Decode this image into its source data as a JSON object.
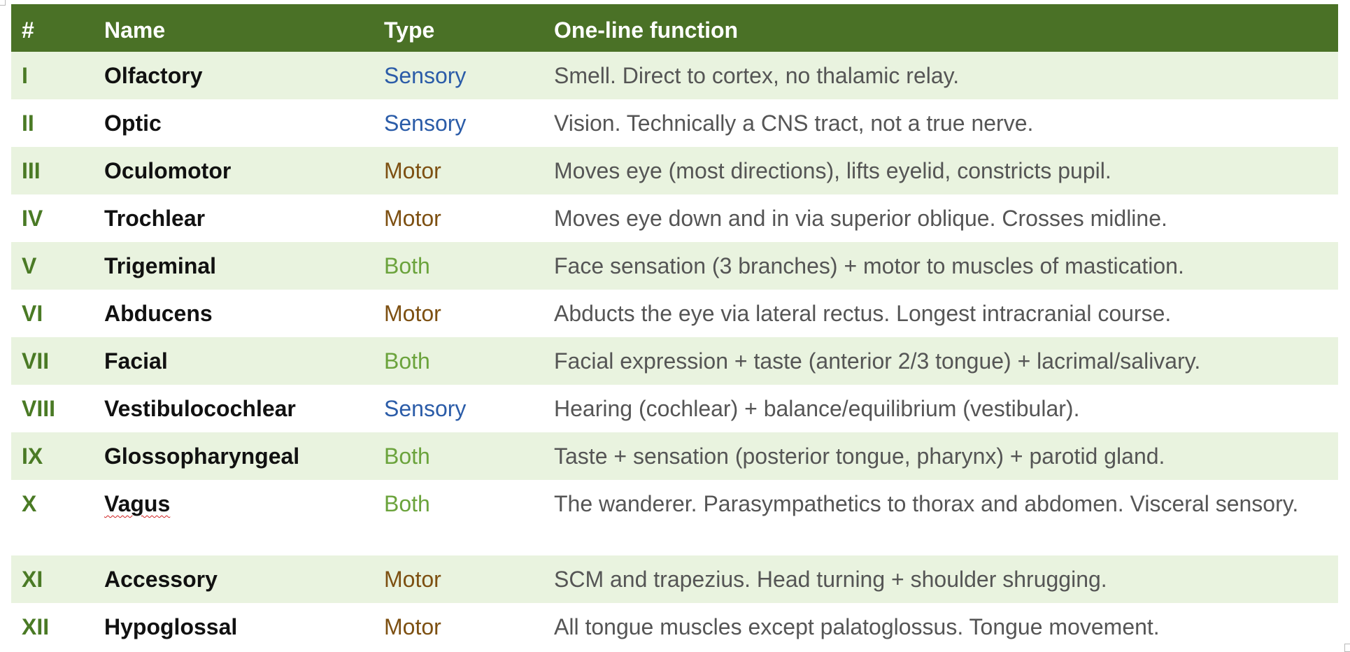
{
  "table": {
    "headers": {
      "num": "#",
      "name": "Name",
      "type": "Type",
      "func": "One-line function"
    },
    "rows": [
      {
        "num": "I",
        "name": "Olfactory",
        "type": "Sensory",
        "func": "Smell. Direct to cortex, no thalamic relay."
      },
      {
        "num": "II",
        "name": "Optic",
        "type": "Sensory",
        "func": "Vision. Technically a CNS tract, not a true nerve."
      },
      {
        "num": "III",
        "name": "Oculomotor",
        "type": "Motor",
        "func": "Moves eye (most directions), lifts eyelid, constricts pupil."
      },
      {
        "num": "IV",
        "name": "Trochlear",
        "type": "Motor",
        "func": "Moves eye down and in via superior oblique. Crosses midline."
      },
      {
        "num": "V",
        "name": "Trigeminal",
        "type": "Both",
        "func": "Face sensation (3 branches) + motor to muscles of mastication."
      },
      {
        "num": "VI",
        "name": "Abducens",
        "type": "Motor",
        "func": "Abducts the eye via lateral rectus. Longest intracranial course."
      },
      {
        "num": "VII",
        "name": "Facial",
        "type": "Both",
        "func": "Facial expression + taste (anterior 2/3 tongue) + lacrimal/salivary."
      },
      {
        "num": "VIII",
        "name": "Vestibulocochlear",
        "type": "Sensory",
        "func": "Hearing (cochlear) + balance/equilibrium (vestibular)."
      },
      {
        "num": "IX",
        "name": "Glossopharyngeal",
        "type": "Both",
        "func": "Taste + sensation (posterior tongue, pharynx) + parotid gland."
      },
      {
        "num": "X",
        "name": "Vagus",
        "type": "Both",
        "func": "The wanderer. Parasympathetics to thorax and abdomen. Visceral sensory."
      },
      {
        "num": "XI",
        "name": "Accessory",
        "type": "Motor",
        "func": "SCM and trapezius. Head turning + shoulder shrugging."
      },
      {
        "num": "XII",
        "name": "Hypoglossal",
        "type": "Motor",
        "func": "All tongue muscles except palatoglossus. Tongue movement."
      }
    ]
  },
  "colors": {
    "header_bg": "#4a7126",
    "row_alt_bg": "#e9f3df",
    "sensory": "#2b5ca8",
    "motor": "#7d5012",
    "both": "#6ba33c",
    "roman_numeral": "#4a7a25"
  }
}
